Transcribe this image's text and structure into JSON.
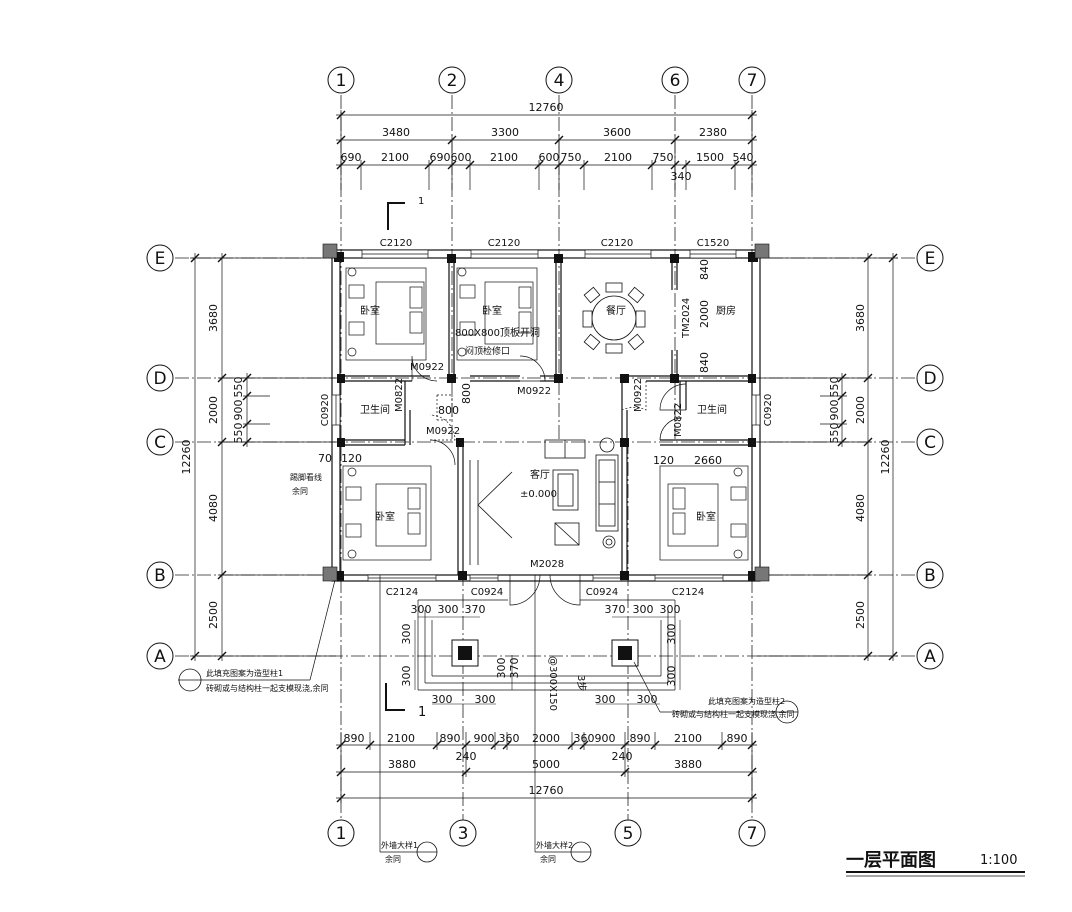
{
  "title": {
    "main": "一层平面图",
    "scale": "1:100"
  },
  "axes": {
    "top": [
      "1",
      "2",
      "4",
      "6",
      "7"
    ],
    "bottom": [
      "1",
      "3",
      "5",
      "7"
    ],
    "left": [
      "E",
      "D",
      "C",
      "B",
      "A"
    ],
    "right": [
      "E",
      "D",
      "C",
      "B",
      "A"
    ]
  },
  "dims": {
    "top_total": "12760",
    "top_level2": [
      "3480",
      "3300",
      "3600",
      "2380"
    ],
    "top_level3": [
      "690",
      "2100",
      "690",
      "600",
      "2100",
      "600",
      "750",
      "2100",
      "750",
      "1500",
      "540"
    ],
    "top_extra": "340",
    "bottom_level1": [
      "890",
      "2100",
      "890",
      "900",
      "360",
      "2000",
      "360",
      "900",
      "890",
      "2100",
      "890"
    ],
    "bottom_extra": [
      "240",
      "240"
    ],
    "bottom_level2": [
      "3880",
      "5000",
      "3880"
    ],
    "bottom_total": "12760",
    "left_outer": "12260",
    "left_inner": [
      "3680",
      "2000",
      "4080",
      "2500"
    ],
    "left_detail": [
      "550",
      "900",
      "550"
    ],
    "right_outer": "12260",
    "right_inner": [
      "3680",
      "2000",
      "4080",
      "2500"
    ],
    "right_detail": [
      "550",
      "900",
      "550"
    ],
    "kitchen_vertical": [
      "840",
      "2000",
      "840"
    ],
    "porch_left": [
      "300",
      "300",
      "370"
    ],
    "porch_right": [
      "370",
      "300",
      "300"
    ],
    "porch_vertical_left": [
      "300",
      "300"
    ],
    "porch_vertical_right": [
      "300",
      "300"
    ],
    "porch_col_left": [
      "300",
      "300"
    ],
    "porch_col_right": [
      "300",
      "300"
    ],
    "porch_center": [
      "300",
      "370"
    ],
    "left_70": "70",
    "left_120": "120",
    "right_120": "120",
    "right_2660": "2660",
    "opening_800a": "800",
    "opening_800b": "800"
  },
  "windows": {
    "top": [
      "C2120",
      "C2120",
      "C2120",
      "C1520"
    ],
    "bottom": [
      "C2124",
      "C0924",
      "C0924",
      "C2124"
    ],
    "side": [
      "C0920",
      "C0920"
    ]
  },
  "doors": {
    "m0922_a": "M0922",
    "m0922_b": "M0922",
    "m0922_c": "M0922",
    "m0922_d": "M0922",
    "m0822_a": "M0822",
    "m0822_b": "M0822",
    "main_door": "M2028",
    "kitchen_door": "TM2024"
  },
  "rooms": {
    "bedroom_tl": "卧室",
    "bedroom_tm": "卧室",
    "dining": "餐厅",
    "kitchen": "厨房",
    "bath_left": "卫生间",
    "bath_right": "卫生间",
    "bedroom_bl": "卧室",
    "bedroom_br": "卧室",
    "living": "客厅",
    "living_level": "±0.000"
  },
  "notes": {
    "ceiling_opening": "800X800顶板开洞",
    "ceiling_opening_2": "闷顶检修口",
    "kickline": "踢脚看线",
    "kickline_2": "余同",
    "detail1_a": "此填充图案为造型柱1",
    "detail1_b": "砖砌或与结构柱一起支模现浇,余同",
    "detail2_a": "此填充图案为造型柱2",
    "detail2_b": "砖砌或与结构柱一起支模现浇,余同",
    "wall_detail1": "外墙大样1",
    "wall_detail2": "外墙大样2",
    "yutong": "余同",
    "step": "@300X150",
    "step_count": "3步",
    "section_mark": "1",
    "section_mark_b": "1"
  }
}
